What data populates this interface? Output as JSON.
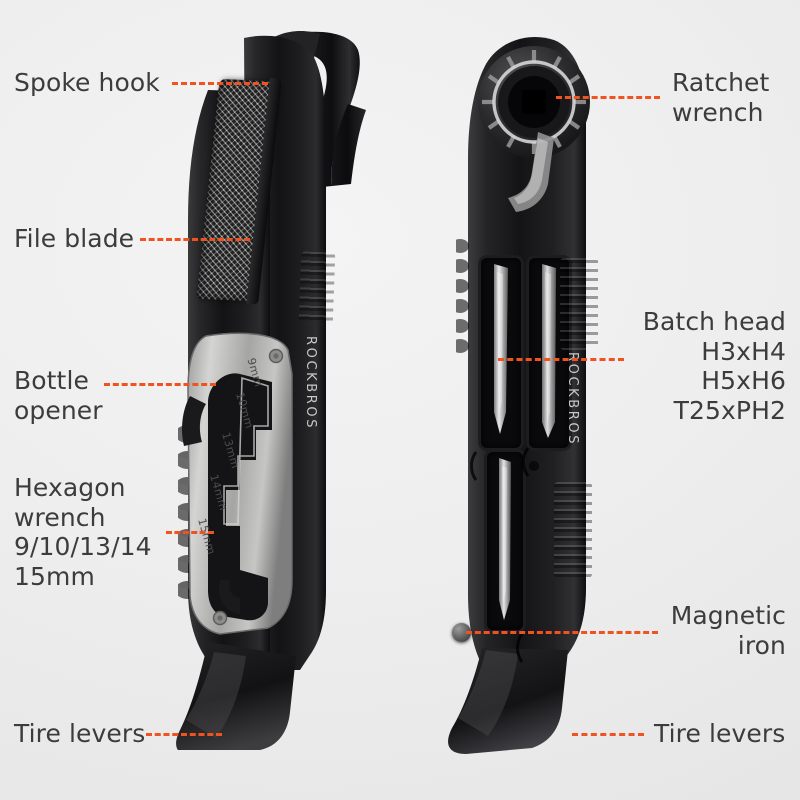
{
  "meta": {
    "background_color": "#ededed",
    "accent_color": "#f0531f",
    "label_color": "#3c3c3c",
    "brand": "ROCKBROS"
  },
  "labels": {
    "spoke_hook": "Spoke hook",
    "file_blade": "File blade",
    "bottle_opener": "Bottle\nopener",
    "hexagon_wrench": "Hexagon\nwrench\n9/10/13/14\n15mm",
    "tire_levers_left": "Tire levers",
    "ratchet_wrench": "Ratchet\nwrench",
    "batch_head": "Batch head\nH3xH4\nH5xH6\nT25xPH2",
    "magnetic_iron": "Magnetic\niron",
    "tire_levers_right": "Tire levers"
  },
  "left_tool": {
    "brand_text": "ROCKBROS",
    "wrench_sizes": [
      "9mm",
      "10mm",
      "13mm",
      "14mm",
      "15mm"
    ]
  },
  "right_tool": {
    "brand_text": "ROCKBROS"
  }
}
